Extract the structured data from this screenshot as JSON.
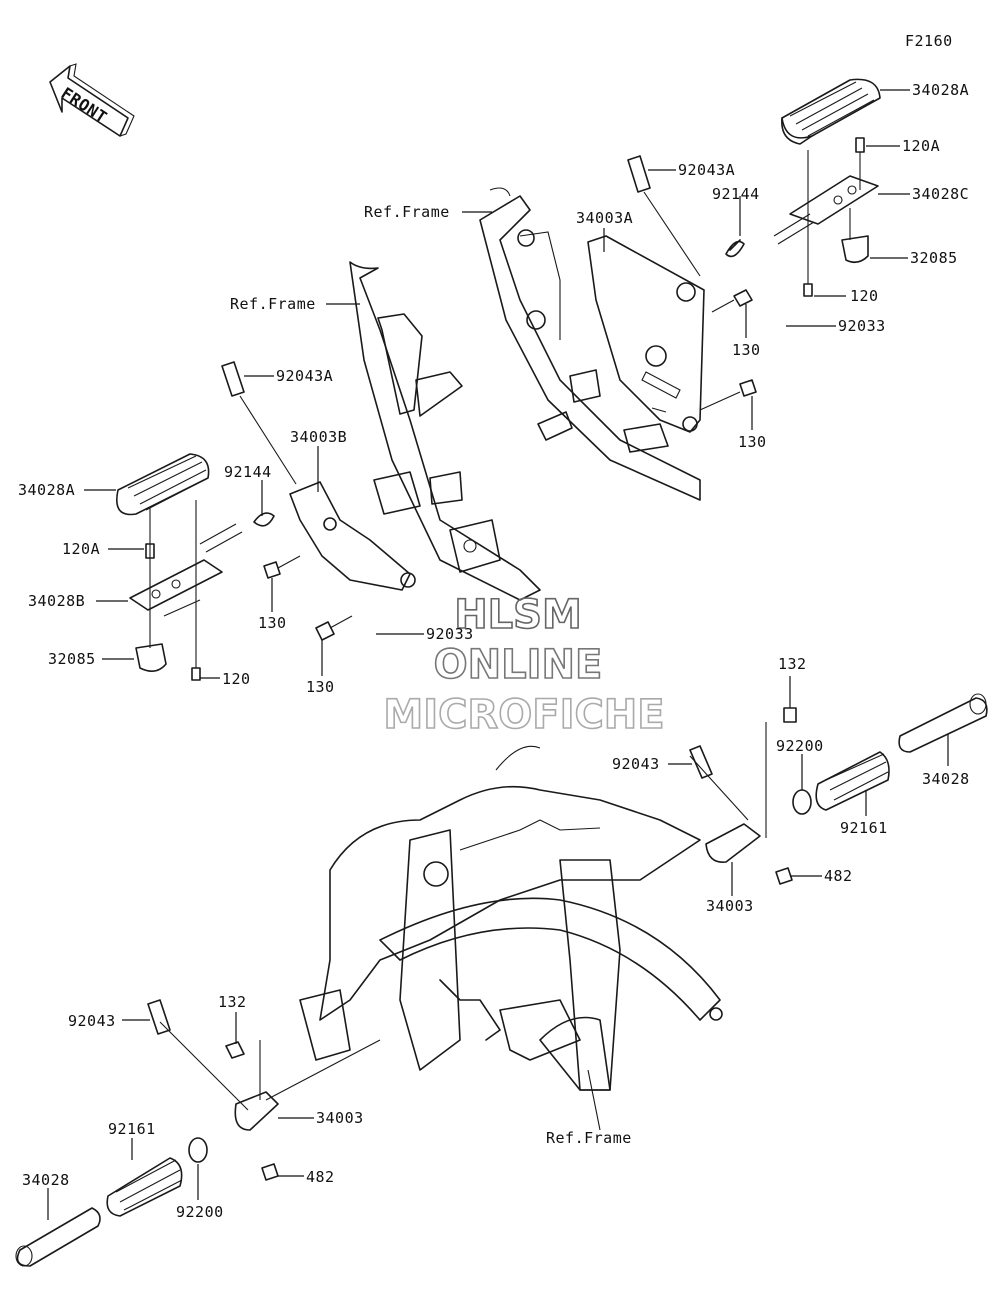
{
  "figure_code": "F2160",
  "front_label": "FRONT",
  "watermark": {
    "line1": "HLSM",
    "line2": "ONLINE",
    "line3": "MICROFICHE",
    "color": "#9a9a9a"
  },
  "labels": {
    "l34028A_top": "34028A",
    "l120A_top": "120A",
    "l92043A_top": "92043A",
    "l34028C": "34028C",
    "l92144_top": "92144",
    "l34003A": "34003A",
    "lRefFrame_top": "Ref.Frame",
    "l32085_top": "32085",
    "l120_top": "120",
    "l92033_top": "92033",
    "l130_top1": "130",
    "l130_top2": "130",
    "lRefFrame_mid": "Ref.Frame",
    "l92043A_mid": "92043A",
    "l34003B": "34003B",
    "l34028A_left": "34028A",
    "l92144_left": "92144",
    "l120A_left": "120A",
    "l34028B": "34028B",
    "l32085_left": "32085",
    "l120_left": "120",
    "l130_left1": "130",
    "l92033_left": "92033",
    "l130_left2": "130",
    "l132_right": "132",
    "l92043_right": "92043",
    "l92200_right": "92200",
    "l34028_right": "34028",
    "l92161_right": "92161",
    "l482_right": "482",
    "l34003_right": "34003",
    "l132_left": "132",
    "l92043_left": "92043",
    "l34003_left": "34003",
    "l92161_left": "92161",
    "l34028_left": "34028",
    "l92200_left": "92200",
    "l482_left": "482",
    "lRefFrame_bottom": "Ref.Frame"
  }
}
